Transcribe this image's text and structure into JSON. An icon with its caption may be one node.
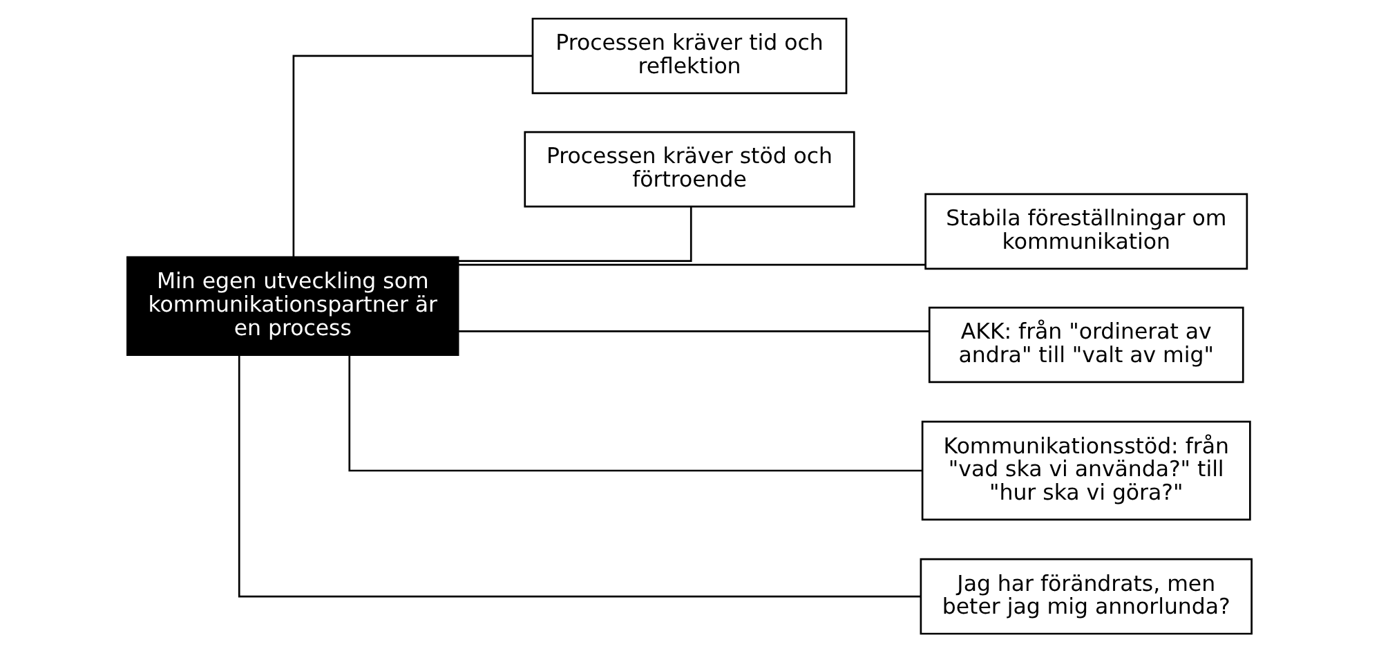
{
  "diagram": {
    "nodes": [
      {
        "text": [
          "Min egen utveckling som kommunikationspartner är en process"
        ]
      },
      {
        "text": [
          "Processen kräver tid och reflektion"
        ]
      },
      {
        "text": [
          "Processen kräver stöd och förtroende"
        ]
      },
      {
        "text": [
          "Stabila föreställningar om kommunikation"
        ]
      },
      {
        "text": [
          "AKK: från \"ordinerat av andra\" till \"valt av mig\""
        ]
      },
      {
        "text": [
          "Kommunikationsstöd: från \"vad ska vi använda?\" till \"hur ska vi göra?\""
        ]
      },
      {
        "text": [
          "Jag har förändrats, men beter jag mig annorlunda?"
        ]
      }
    ],
    "edges": [
      {
        "from": 0,
        "to": 1,
        "arrow": "none"
      },
      {
        "from": 0,
        "to": 2,
        "arrow": "none"
      },
      {
        "from": 0,
        "to": 3,
        "arrow": "none"
      },
      {
        "from": 0,
        "to": 4,
        "arrow": "none"
      },
      {
        "from": 0,
        "to": 5,
        "arrow": "none"
      },
      {
        "from": 0,
        "to": 6,
        "arrow": "none"
      }
    ]
  }
}
